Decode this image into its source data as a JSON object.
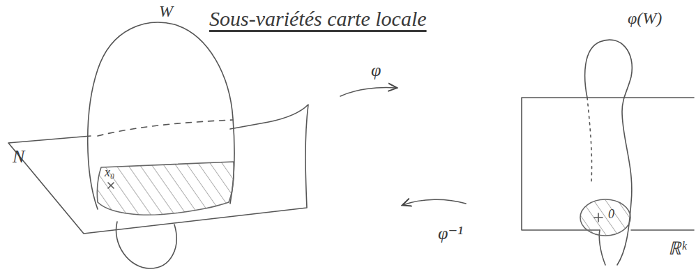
{
  "diagram": {
    "title": "Sous-variétés carte locale",
    "labels": [
      "W",
      "N",
      "x₀",
      "φ",
      "φ⁻¹",
      "φ(W)",
      "0",
      "ℝᵏ"
    ]
  }
}
